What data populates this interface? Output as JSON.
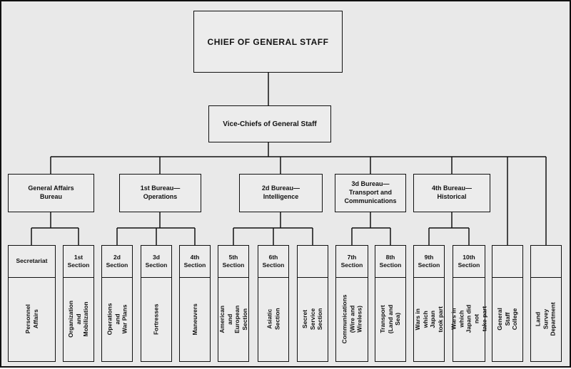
{
  "top": "CHIEF OF GENERAL STAFF",
  "vice": "Vice-Chiefs of General Staff",
  "bureaus": [
    {
      "id": "b0",
      "label": "General Affairs\nBureau"
    },
    {
      "id": "b1",
      "label": "1st Bureau—\nOperations"
    },
    {
      "id": "b2",
      "label": "2d Bureau—\nIntelligence"
    },
    {
      "id": "b3",
      "label": "3d Bureau—\nTransport and\nCommunications"
    },
    {
      "id": "b4",
      "label": "4th Bureau—\nHistorical"
    }
  ],
  "sections": [
    {
      "id": "s0",
      "parent": "b0",
      "head": "Secretariat",
      "body": "Personnel Affairs"
    },
    {
      "id": "s1",
      "parent": "b0",
      "head": "1st\nSection",
      "body": "Organization and\nMobilization"
    },
    {
      "id": "s2",
      "parent": "b1",
      "head": "2d\nSection",
      "body": "Operations and\nWar Plans"
    },
    {
      "id": "s3",
      "parent": "b1",
      "head": "3d\nSection",
      "body": "Fortresses"
    },
    {
      "id": "s4",
      "parent": "b1",
      "head": "4th\nSection",
      "body": "Maneuvers"
    },
    {
      "id": "s5",
      "parent": "b2",
      "head": "5th\nSection",
      "body": "American and\nEuropean Section"
    },
    {
      "id": "s6",
      "parent": "b2",
      "head": "6th\nSection",
      "body": "Asiatic Section"
    },
    {
      "id": "s7",
      "parent": "b2",
      "head": "",
      "body": "Secret\nService Section"
    },
    {
      "id": "s8",
      "parent": "b3",
      "head": "7th\nSection",
      "body": "Communications\n(Wire and Wireless)"
    },
    {
      "id": "s9",
      "parent": "b3",
      "head": "8th\nSection",
      "body": "Transport\n(Land and Sea)"
    },
    {
      "id": "s10",
      "parent": "b4",
      "head": "9th\nSection",
      "body": "Wars in which\nJapan took part"
    },
    {
      "id": "s11",
      "parent": "b4",
      "head": "10th\nSection",
      "body": "Wars in which\nJapan did not\ntake part"
    },
    {
      "id": "s12",
      "parent": "vice",
      "head": "",
      "body": "General Staff\nCollege"
    },
    {
      "id": "s13",
      "parent": "vice",
      "head": "",
      "body": "Land Survey\nDepartment"
    }
  ]
}
